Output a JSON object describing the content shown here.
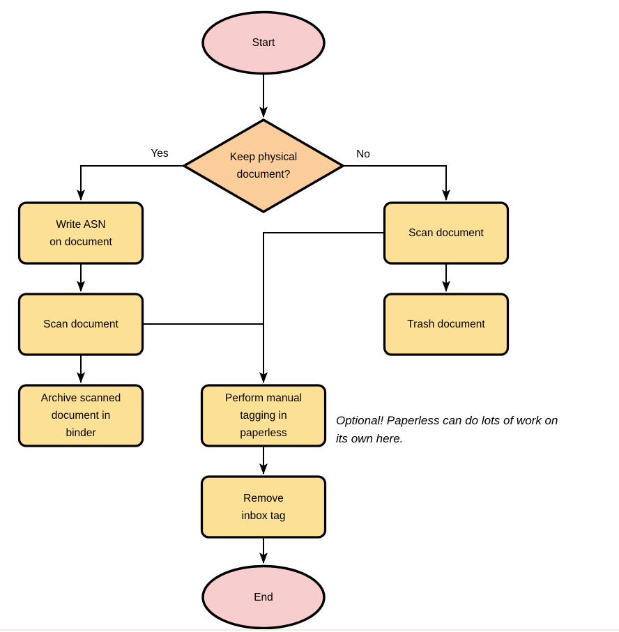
{
  "colors": {
    "background": "#FFFFFF",
    "terminator_fill": "#F8CDCE",
    "decision_fill": "#FACD9B",
    "process_fill": "#FCE095",
    "stroke": "#000000",
    "bottom_rule": "#F2EDDC"
  },
  "nodes": {
    "start": "Start",
    "decision": "Keep physical\ndocument?",
    "write_asn": "Write ASN\non document",
    "scan_left": "Scan document",
    "archive": "Archive scanned\ndocument in\nbinder",
    "scan_right": "Scan document",
    "trash": "Trash document",
    "tagging": "Perform manual\ntagging in\npaperless",
    "remove_inbox": "Remove\ninbox tag",
    "end": "End"
  },
  "edge_labels": {
    "yes": "Yes",
    "no": "No"
  },
  "note": "Optional! Paperless can do lots of work on\nits own here."
}
